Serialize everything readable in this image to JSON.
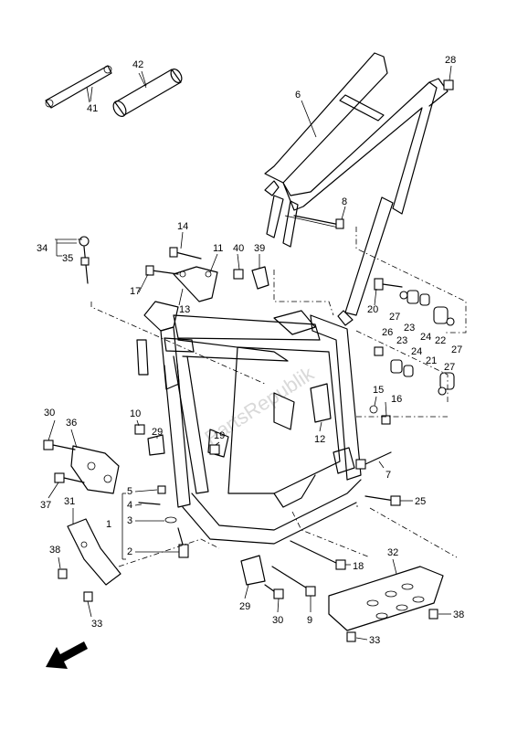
{
  "labels": {
    "l1": "1",
    "l2": "2",
    "l3": "3",
    "l4": "4",
    "l5": "5",
    "l6": "6",
    "l7": "7",
    "l8": "8",
    "l9": "9",
    "l10": "10",
    "l11": "11",
    "l12": "12",
    "l13": "13",
    "l14": "14",
    "l15": "15",
    "l16": "16",
    "l17": "17",
    "l18": "18",
    "l19": "19",
    "l20": "20",
    "l21": "21",
    "l22": "22",
    "l23a": "23",
    "l23b": "23",
    "l24a": "24",
    "l24b": "24",
    "l25": "25",
    "l26": "26",
    "l27a": "27",
    "l27b": "27",
    "l27c": "27",
    "l28": "28",
    "l29a": "29",
    "l29b": "29",
    "l30a": "30",
    "l30b": "30",
    "l31": "31",
    "l32": "32",
    "l33a": "33",
    "l33b": "33",
    "l34": "34",
    "l35": "35",
    "l36": "36",
    "l37": "37",
    "l38a": "38",
    "l38b": "38",
    "l39": "39",
    "l40": "40",
    "l41": "41",
    "l42": "42"
  },
  "watermark": "PartsRepublik"
}
